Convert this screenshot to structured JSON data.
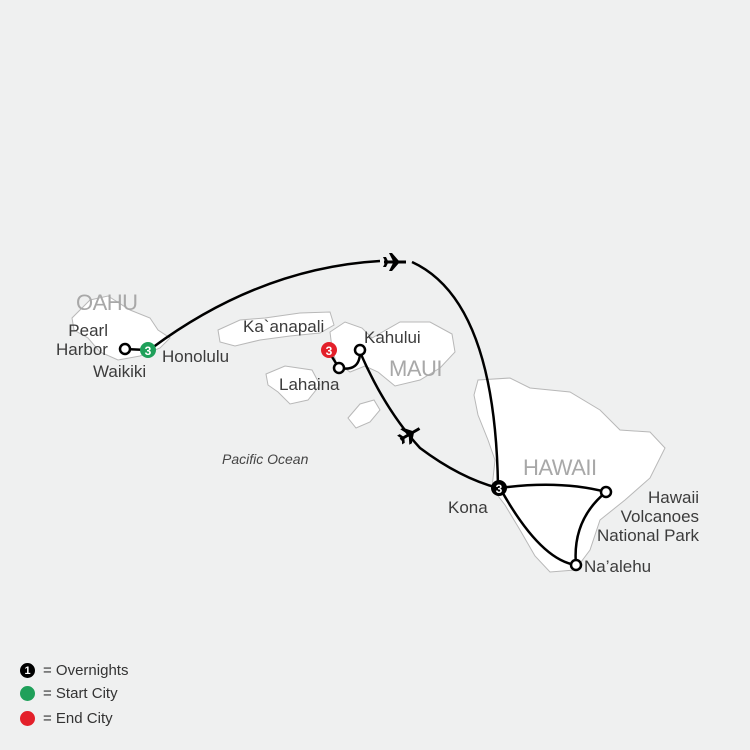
{
  "islands": {
    "oahu": "OAHU",
    "maui": "MAUI",
    "hawaii": "HAWAII"
  },
  "ocean": "Pacific Ocean",
  "cities": {
    "pearl_harbor": "Pearl\nHarbor",
    "waikiki": "Waikiki",
    "honolulu": "Honolulu",
    "kaanapali": "Ka`anapali",
    "kahului": "Kahului",
    "lahaina": "Lahaina",
    "kona": "Kona",
    "volcanoes": "Hawaii\nVolcanoes\nNational Park",
    "naalehu": "Na’alehu"
  },
  "overnights": {
    "honolulu": "3",
    "lahaina": "3",
    "kona": "3"
  },
  "legend": [
    {
      "symbol": "1",
      "label": "= Overnights",
      "color": "#000000"
    },
    {
      "symbol": "",
      "label": "= Start City",
      "color": "#1fa05a"
    },
    {
      "symbol": "",
      "label": "= End City",
      "color": "#e3202a"
    }
  ],
  "colors": {
    "start": "#1fa05a",
    "end": "#e3202a",
    "route": "#000000"
  },
  "icons": [
    "airplane-icon",
    "airplane-icon"
  ]
}
